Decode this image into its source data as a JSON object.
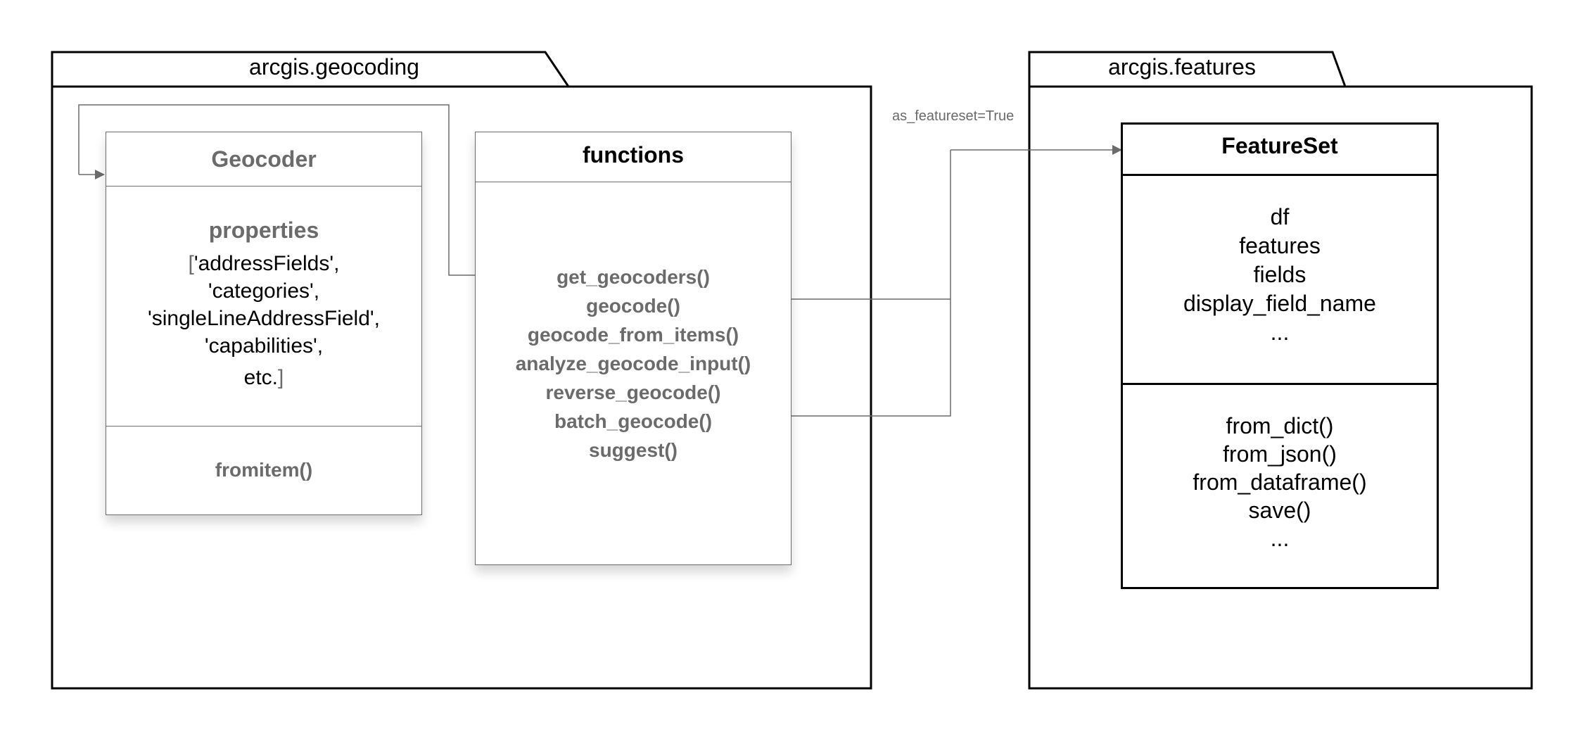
{
  "packages": {
    "geocoding": {
      "name": "arcgis.geocoding"
    },
    "features": {
      "name": "arcgis.features"
    }
  },
  "geocoder": {
    "title": "Geocoder",
    "properties_heading": "properties",
    "properties_open_bracket": "[",
    "properties": [
      "'addressFields',",
      "'categories',",
      "'singleLineAddressField',",
      "'capabilities',",
      "etc."
    ],
    "properties_close_bracket": "]",
    "methods": [
      "fromitem()"
    ]
  },
  "functions": {
    "title": "functions",
    "items": [
      "get_geocoders()",
      "geocode()",
      "geocode_from_items()",
      "analyze_geocode_input()",
      "reverse_geocode()",
      "batch_geocode()",
      "suggest()"
    ]
  },
  "featureset": {
    "title": "FeatureSet",
    "properties": [
      "df",
      "features",
      "fields",
      "display_field_name",
      "..."
    ],
    "methods": [
      "from_dict()",
      "from_json()",
      "from_dataframe()",
      "save()",
      "..."
    ]
  },
  "edge_label": "as_featureset=True",
  "colors": {
    "stroke": "#000000",
    "muted": "#6b6b6b",
    "connector": "#6b6b6b"
  }
}
